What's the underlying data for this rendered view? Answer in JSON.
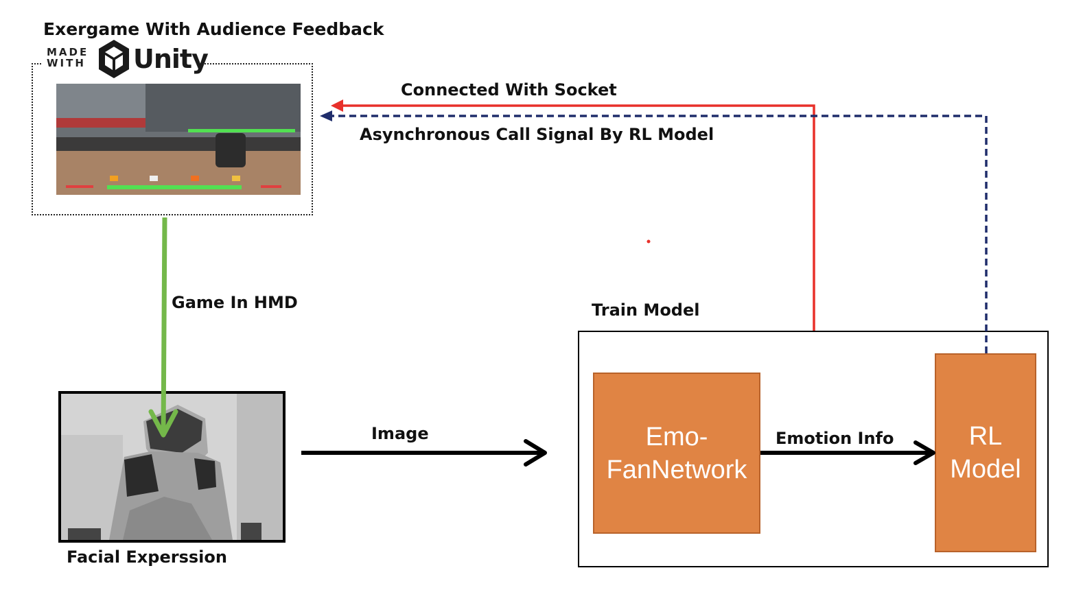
{
  "labels": {
    "game_title": "Exergame With Audience Feedback",
    "connected_socket": "Connected With Socket",
    "async_call": "Asynchronous Call Signal By RL Model",
    "game_in_hmd": "Game In HMD",
    "train_model": "Train Model",
    "image": "Image",
    "emotion_info": "Emotion Info",
    "facial_expression": "Facial Experssion"
  },
  "unity_logo": {
    "made_with": "MADE WITH",
    "brand": "Unity"
  },
  "nodes": {
    "emo_fan_network": "Emo-FanNetwork",
    "rl_model": "RL Model"
  },
  "colors": {
    "socket_line": "#e8302a",
    "async_line": "#1f2d6b",
    "hmd_arrow": "#74b84a",
    "node_fill": "#e08444",
    "node_border": "#b8622a"
  }
}
